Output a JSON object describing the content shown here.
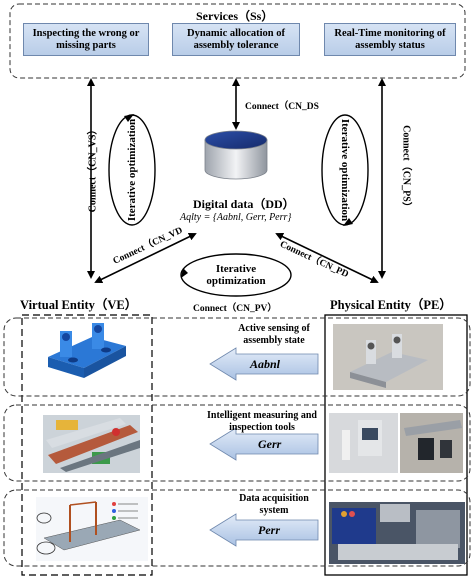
{
  "services": {
    "title": "Services（Ss）",
    "items": [
      "Inspecting the wrong or missing parts",
      "Dynamic allocation of assembly tolerance",
      "Real-Time monitoring of assembly status"
    ]
  },
  "digital_data": {
    "title": "Digital data（DD）",
    "formula": "Aqlty = {Aabnl, Gerr, Perr}"
  },
  "connections": {
    "cn_ds": "Connect（CN_DS",
    "cn_vs": "Connect（CN_VS）",
    "cn_ps": "Connect（CN_PS）",
    "cn_vd": "Connect（CN_VD",
    "cn_pd": "Connect（CN_PD",
    "cn_pv": "Connect（CN_PV）"
  },
  "iterative": {
    "left": "Iterative optimization",
    "right": "Iterative optimization",
    "bottom_line1": "Iterative",
    "bottom_line2": "optimization"
  },
  "entities": {
    "virtual": "Virtual Entity（VE）",
    "physical": "Physical Entity（PE）"
  },
  "rows": [
    {
      "caption": "Active sensing of assembly state",
      "label": "Aabnl"
    },
    {
      "caption": "Intelligent measuring and inspection tools",
      "label": "Gerr"
    },
    {
      "caption": "Data acquisition system",
      "label": "Perr"
    }
  ],
  "colors": {
    "service_fill": "#c8d8ef",
    "arrow_fill": "#c3d4ec",
    "part_blue": "#2b78d6"
  }
}
